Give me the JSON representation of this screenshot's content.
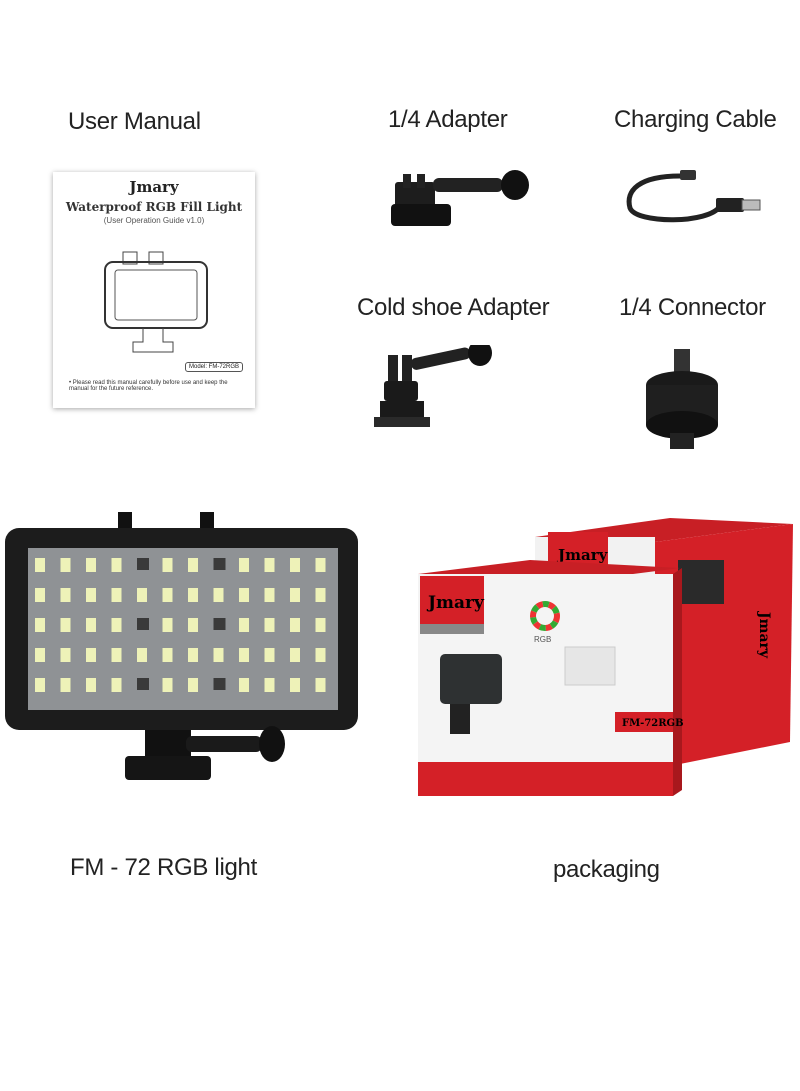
{
  "labels": {
    "user_manual": "User Manual",
    "adapter": "1/4 Adapter",
    "charging_cable": "Charging Cable",
    "cold_shoe_adapter": "Cold shoe Adapter",
    "connector": "1/4 Connector",
    "light": "FM - 72 RGB light",
    "packaging": "packaging"
  },
  "manual": {
    "brand": "Jmary",
    "title": "Waterproof RGB Fill Light",
    "subtitle": "(User Operation Guide v1.0)",
    "model": "Model: FM-72RGB",
    "note": "• Please read this manual carefully before use and keep the manual for the future reference."
  },
  "packaging": {
    "brand": "Jmary",
    "model": "FM-72RGB",
    "rgb": "RGB"
  },
  "colors": {
    "box_red": "#d42027",
    "led": "#eef2b8",
    "panel": "#8f9295",
    "housing": "#1c1c1c"
  }
}
